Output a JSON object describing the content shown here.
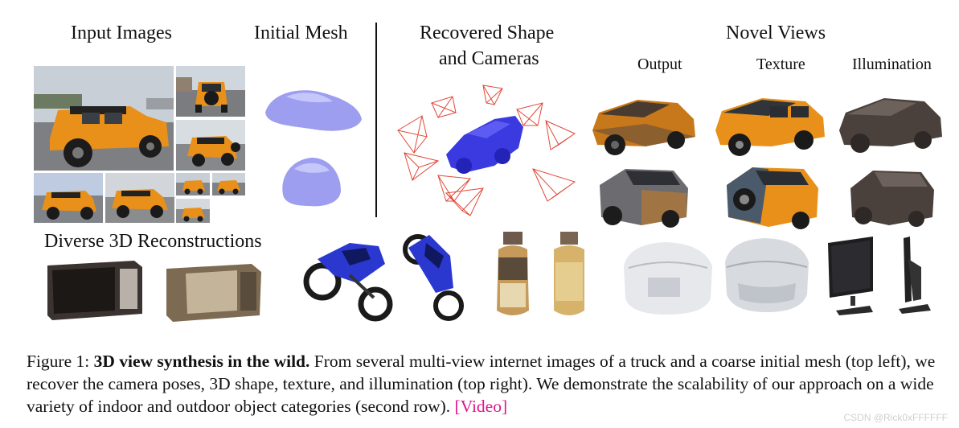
{
  "headers": {
    "input_images": "Input Images",
    "initial_mesh": "Initial Mesh",
    "recovered_line1": "Recovered Shape",
    "recovered_line2": "and Cameras",
    "novel_views": "Novel Views",
    "output": "Output",
    "texture": "Texture",
    "illumination": "Illumination",
    "diverse": "Diverse 3D Reconstructions"
  },
  "caption": {
    "prefix": "Figure 1: ",
    "bold": "3D view synthesis in the wild.",
    "body": " From several multi-view internet images of a truck and a coarse initial mesh (top left), we recover the camera poses, 3D shape, texture, and illumination (top right). We demonstrate the scalability of our approach on a wide variety of indoor and outdoor object categories (second row). ",
    "link": "[Video]"
  },
  "watermark": "CSDN @Rick0xFFFFFF",
  "colors": {
    "jeep_orange": "#e8901a",
    "mesh_lavender": "#9d9ef0",
    "recovered_blue": "#3a3ae0",
    "camera_red": "#e04a3a",
    "shading_dark": "#4a413c",
    "link_magenta": "#e0148c"
  }
}
